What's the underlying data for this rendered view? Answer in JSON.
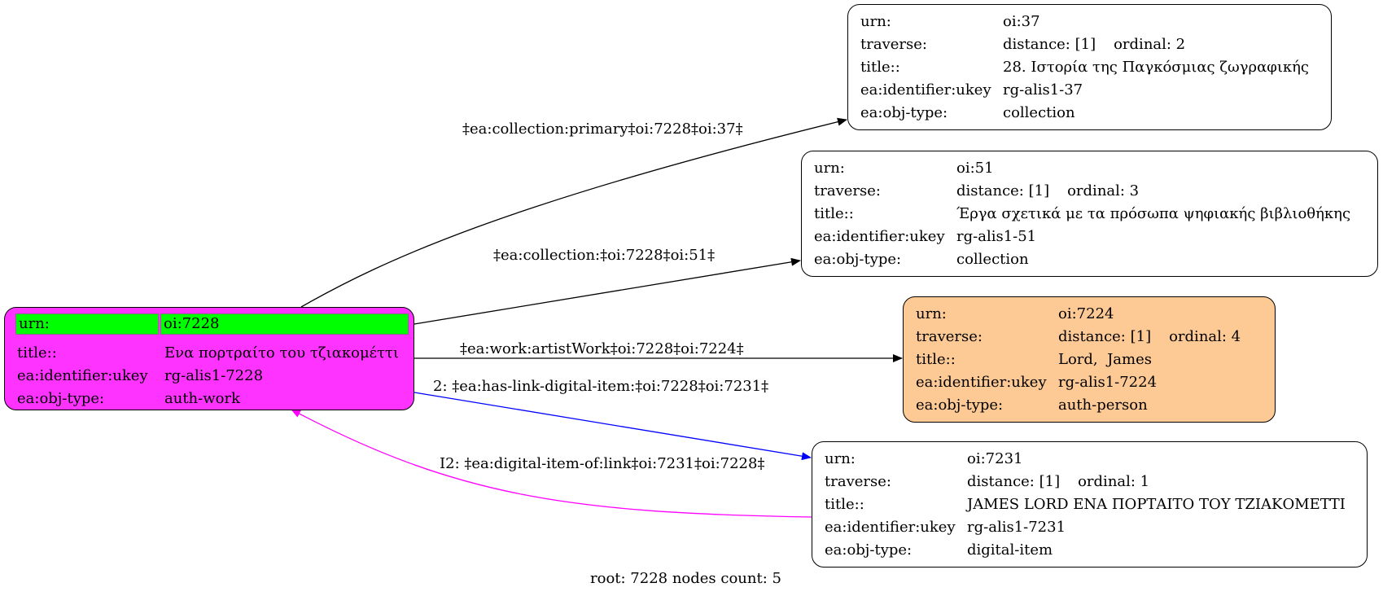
{
  "root_node": {
    "rows": [
      {
        "key": "urn:",
        "value": "oi:7228"
      },
      {
        "key": "title::",
        "value": "Ενα πορτραίτο του τζιακομέττι"
      },
      {
        "key": "ea:identifier:ukey",
        "value": "rg-alis1-7228"
      },
      {
        "key": "ea:obj-type:",
        "value": "auth-work"
      }
    ],
    "fill": "#ff33ff",
    "highlight": "#00ff00"
  },
  "nodes": {
    "n37": {
      "urn": "oi:37",
      "traverse_distance": "distance: [1]",
      "traverse_ordinal": "ordinal: 2",
      "title": "28. Ιστορία της Παγκόσμιας ζωγραφικής",
      "ukey": "rg-alis1-37",
      "obj_type": "collection",
      "fill": "#ffffff"
    },
    "n51": {
      "urn": "oi:51",
      "traverse_distance": "distance: [1]",
      "traverse_ordinal": "ordinal: 3",
      "title": "Έργα σχετικά με τα πρόσωπα ψηφιακής βιβλιοθήκης",
      "ukey": "rg-alis1-51",
      "obj_type": "collection",
      "fill": "#ffffff"
    },
    "n7224": {
      "urn": "oi:7224",
      "traverse_distance": "distance: [1]",
      "traverse_ordinal": "ordinal: 4",
      "title": "Lord,  James",
      "ukey": "rg-alis1-7224",
      "obj_type": "auth-person",
      "fill": "#fdc994"
    },
    "n7231": {
      "urn": "oi:7231",
      "traverse_distance": "distance: [1]",
      "traverse_ordinal": "ordinal: 1",
      "title": "JAMES LORD ΕΝΑ ΠΟΡΤΑΙΤΟ ΤΟΥ ΤΖΙΑΚΟΜΕΤΤΙ",
      "ukey": "rg-alis1-7231",
      "obj_type": "digital-item",
      "fill": "#ffffff"
    }
  },
  "labels": {
    "urn": "urn:",
    "traverse": "traverse:",
    "title": "title::",
    "ukey": "ea:identifier:ukey",
    "obj_type": "ea:obj-type:"
  },
  "edges": [
    {
      "label": "‡ea:collection:primary‡oi:7228‡oi:37‡",
      "color": "#000000"
    },
    {
      "label": "‡ea:collection:‡oi:7228‡oi:51‡",
      "color": "#000000"
    },
    {
      "label": "‡ea:work:artistWork‡oi:7228‡oi:7224‡",
      "color": "#000000"
    },
    {
      "label": "2: ‡ea:has-link-digital-item:‡oi:7228‡oi:7231‡",
      "color": "#0000ff"
    },
    {
      "label": "I2: ‡ea:digital-item-of:link‡oi:7231‡oi:7228‡",
      "color": "#ff00ff"
    }
  ],
  "footer": "root: 7228 nodes count: 5"
}
